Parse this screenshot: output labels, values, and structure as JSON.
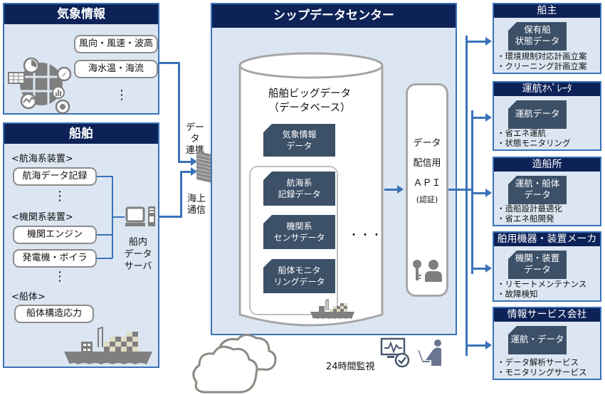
{
  "weather": {
    "title": "気象情報",
    "items": [
      "風向・風速・波高",
      "海水温・海流"
    ],
    "ellipsis": "⋮"
  },
  "ship": {
    "title": "船舶",
    "groups": {
      "navigation": "<航海系装置>",
      "engine": "<機関系装置>",
      "hull": "<船体>"
    },
    "items": {
      "nav_record": "航海データ記録",
      "engine": "機関エンジン",
      "generator": "発電機・ボイラ",
      "hull_stress": "船体構造応力"
    },
    "server_label": "船内\nデータ\nサーバ",
    "ellipsis": "⋮"
  },
  "links": {
    "data_link": "データ\n連携",
    "sea_comm": "海上\n通信"
  },
  "center": {
    "title": "シップデータセンター",
    "db_title": "船舶ビッグデータ\n（データベース）",
    "db_items": [
      "気象情報\nデータ",
      "航海系\n記録データ",
      "機関系\nセンサデータ",
      "船体モニタ\nリングデータ"
    ],
    "db_more": "・・・",
    "api": {
      "line1": "データ",
      "line2": "配信用",
      "line3": "ＡＰＩ",
      "line4": "(認証)"
    },
    "monitor_label": "24時間監視"
  },
  "recipients": [
    {
      "title": "船主",
      "tag": "保有船\n状態データ",
      "uses": [
        "・環境規制対応計画立案",
        "・クリーニング計画立案"
      ]
    },
    {
      "title": "運航ｵﾍﾟﾚｰﾀ",
      "tag": "運航データ",
      "uses": [
        "・省エネ運航",
        "・状態モニタリング"
      ]
    },
    {
      "title": "造船所",
      "tag": "運航・船体\nデータ",
      "uses": [
        "・造船設計最適化",
        "・省エネ船開発"
      ]
    },
    {
      "title": "舶用機器・装置メーカ",
      "tag": "機関・装置\nデータ",
      "uses": [
        "・リモートメンテナンス",
        "・故障検知"
      ]
    },
    {
      "title": "情報サービス会社",
      "tag": "運航・データ",
      "uses": [
        "・データ解析サービス",
        "・モニタリングサービス"
      ]
    }
  ],
  "colors": {
    "header_navy": "#0d2257",
    "panel_fill": "#dce6f2",
    "panel_border": "#3a72b8",
    "tag_fill": "#3c5068",
    "icon_gray": "#7f7f7f",
    "arrow_blue": "#3a72b8"
  }
}
